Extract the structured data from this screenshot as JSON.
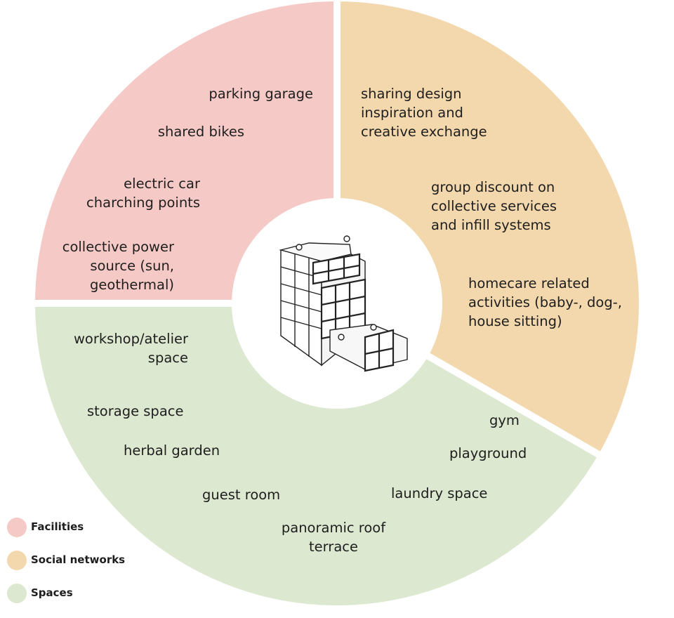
{
  "segments": {
    "facilities": {
      "color": "#f5cac6",
      "items": [
        "parking garage",
        "shared bikes",
        "electric car\ncharching points",
        "collective power\nsource (sun,\ngeothermal)"
      ]
    },
    "social_networks": {
      "color": "#f3d8ad",
      "items": [
        "sharing design\ninspiration and\ncreative exchange",
        "group discount on\ncollective services\nand infill systems",
        "homecare related\nactivities (baby-, dog-,\nhouse sitting)"
      ]
    },
    "spaces": {
      "color": "#dde8d0",
      "items": [
        "workshop/atelier\nspace",
        "storage space",
        "herbal garden",
        "guest room",
        "panoramic roof\nterrace",
        "laundry space",
        "playground",
        "gym"
      ]
    }
  },
  "legend": [
    {
      "label": "Facilities",
      "color": "#f5cac6"
    },
    {
      "label": "Social networks",
      "color": "#f3d8ad"
    },
    {
      "label": "Spaces",
      "color": "#dde8d0"
    }
  ],
  "center_icon": "modular-building-icon"
}
